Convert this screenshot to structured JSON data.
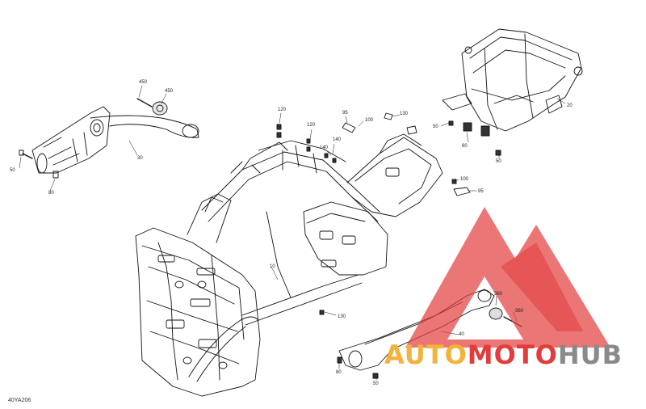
{
  "diagram": {
    "reference_code": "40YA206",
    "callouts": [
      {
        "id": "c450a",
        "text": "450"
      },
      {
        "id": "c450b",
        "text": "450"
      },
      {
        "id": "c30",
        "text": "30"
      },
      {
        "id": "c50a",
        "text": "50"
      },
      {
        "id": "c80a",
        "text": "80"
      },
      {
        "id": "c120a",
        "text": "120"
      },
      {
        "id": "c120b",
        "text": "120"
      },
      {
        "id": "c140a",
        "text": "140"
      },
      {
        "id": "c140b",
        "text": "140"
      },
      {
        "id": "c95a",
        "text": "95"
      },
      {
        "id": "c100a",
        "text": "100"
      },
      {
        "id": "c130a",
        "text": "130"
      },
      {
        "id": "c50b",
        "text": "50"
      },
      {
        "id": "c60a",
        "text": "60"
      },
      {
        "id": "c20",
        "text": "20"
      },
      {
        "id": "c50c",
        "text": "50"
      },
      {
        "id": "c100b",
        "text": "100"
      },
      {
        "id": "c95b",
        "text": "95"
      },
      {
        "id": "c10",
        "text": "10"
      },
      {
        "id": "c130b",
        "text": "130"
      },
      {
        "id": "c360a",
        "text": "360"
      },
      {
        "id": "c360b",
        "text": "360"
      },
      {
        "id": "c40",
        "text": "40"
      },
      {
        "id": "c80b",
        "text": "80"
      },
      {
        "id": "c50d",
        "text": "50"
      }
    ]
  },
  "watermark": {
    "part1": "AUTO",
    "part2": "MOTO",
    "part3": "HUB",
    "colors": {
      "part1": "#f2b33a",
      "part2": "#e23c3c",
      "part3": "#8a8a8a",
      "logo": "#e23c3c"
    }
  }
}
